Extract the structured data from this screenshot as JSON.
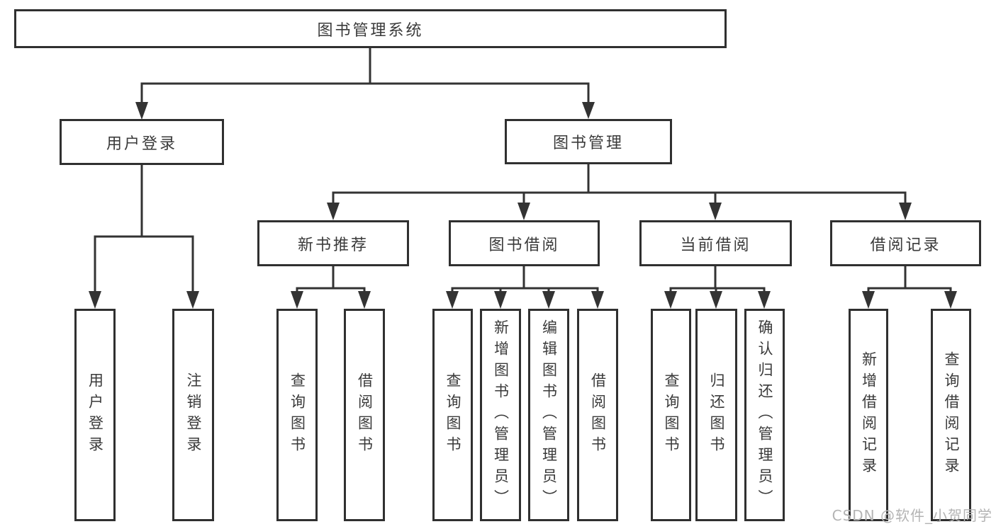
{
  "diagram": {
    "type": "hierarchy-tree",
    "label": "图书管理系统",
    "children": [
      {
        "label": "用户登录",
        "children": [
          {
            "label": "用户登录"
          },
          {
            "label": "注销登录"
          }
        ]
      },
      {
        "label": "图书管理",
        "children": [
          {
            "label": "新书推荐",
            "children": [
              {
                "label": "查询图书"
              },
              {
                "label": "借阅图书"
              }
            ]
          },
          {
            "label": "图书借阅",
            "children": [
              {
                "label": "查询图书"
              },
              {
                "label": "新增图书（管理员）"
              },
              {
                "label": "编辑图书（管理员）"
              },
              {
                "label": "借阅图书"
              }
            ]
          },
          {
            "label": "当前借阅",
            "children": [
              {
                "label": "查询图书"
              },
              {
                "label": "归还图书"
              },
              {
                "label": "确认归还（管理员）"
              }
            ]
          },
          {
            "label": "借阅记录",
            "children": [
              {
                "label": "新增借阅记录"
              },
              {
                "label": "查询借阅记录"
              }
            ]
          }
        ]
      }
    ]
  },
  "watermark": {
    "text": "CSDN @软件_小贺同学"
  },
  "colors": {
    "line": "#333333",
    "text": "#3a3a3a",
    "background": "#ffffff",
    "watermark": "#b4b4b4"
  }
}
